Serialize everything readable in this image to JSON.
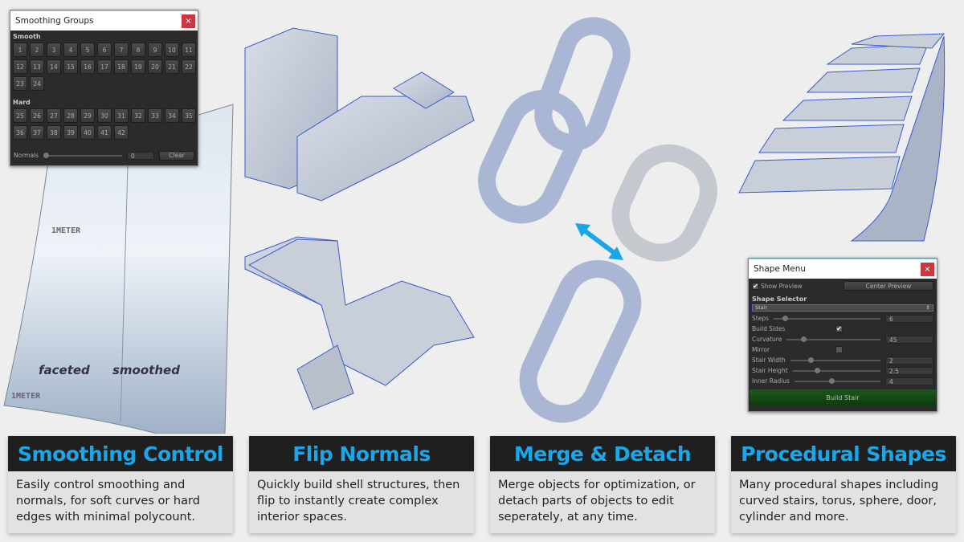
{
  "smoothing_groups": {
    "title": "Smoothing Groups",
    "close": "×",
    "smooth_label": "Smooth",
    "smooth_buttons": [
      "1",
      "2",
      "3",
      "4",
      "5",
      "6",
      "7",
      "8",
      "9",
      "10",
      "11",
      "12",
      "13",
      "14",
      "15",
      "16",
      "17",
      "18",
      "19",
      "20",
      "21",
      "22",
      "23",
      "24"
    ],
    "hard_label": "Hard",
    "hard_buttons": [
      "25",
      "26",
      "27",
      "28",
      "29",
      "30",
      "31",
      "32",
      "33",
      "34",
      "35",
      "36",
      "37",
      "38",
      "39",
      "40",
      "41",
      "42"
    ],
    "normals_label": "Normals",
    "normals_value": "0",
    "clear_label": "Clear"
  },
  "plane_labels": {
    "faceted": "faceted",
    "smoothed": "smoothed",
    "meter1": "1METER",
    "meter2": "1METER"
  },
  "shape_menu": {
    "title": "Shape Menu",
    "close": "×",
    "show_preview_label": "Show Preview",
    "show_preview_checked": true,
    "center_preview_label": "Center Preview",
    "shape_selector_label": "Shape Selector",
    "selected_shape": "Stair",
    "fields": [
      {
        "label": "Steps",
        "type": "slider",
        "value": "6",
        "fraction": 0.08
      },
      {
        "label": "Build Sides",
        "type": "checkbox",
        "checked": true
      },
      {
        "label": "Curvature",
        "type": "slider",
        "value": "45",
        "fraction": 0.15
      },
      {
        "label": "Mirror",
        "type": "checkbox",
        "checked": false
      },
      {
        "label": "Stair Width",
        "type": "slider",
        "value": "2",
        "fraction": 0.2
      },
      {
        "label": "Stair Height",
        "type": "slider",
        "value": "2.5",
        "fraction": 0.25
      },
      {
        "label": "Inner Radius",
        "type": "slider",
        "value": "4",
        "fraction": 0.4
      }
    ],
    "build_label": "Build Stair"
  },
  "cards": [
    {
      "title": "Smoothing Control",
      "body": "Easily control smoothing and normals, for soft curves or hard edges with minimal polycount."
    },
    {
      "title": "Flip Normals",
      "body": "Quickly build shell structures, then flip to instantly create complex interior spaces."
    },
    {
      "title": "Merge & Detach",
      "body": "Merge objects for optimization, or detach parts of objects to edit seperately, at any time."
    },
    {
      "title": "Procedural Shapes",
      "body": "Many procedural shapes including curved stairs, torus, sphere, door, cylinder and more."
    }
  ],
  "colors": {
    "accent": "#1aa6e8",
    "panel": "#2b2b2b",
    "close": "#c9393f",
    "build": "#1f4d1f"
  }
}
